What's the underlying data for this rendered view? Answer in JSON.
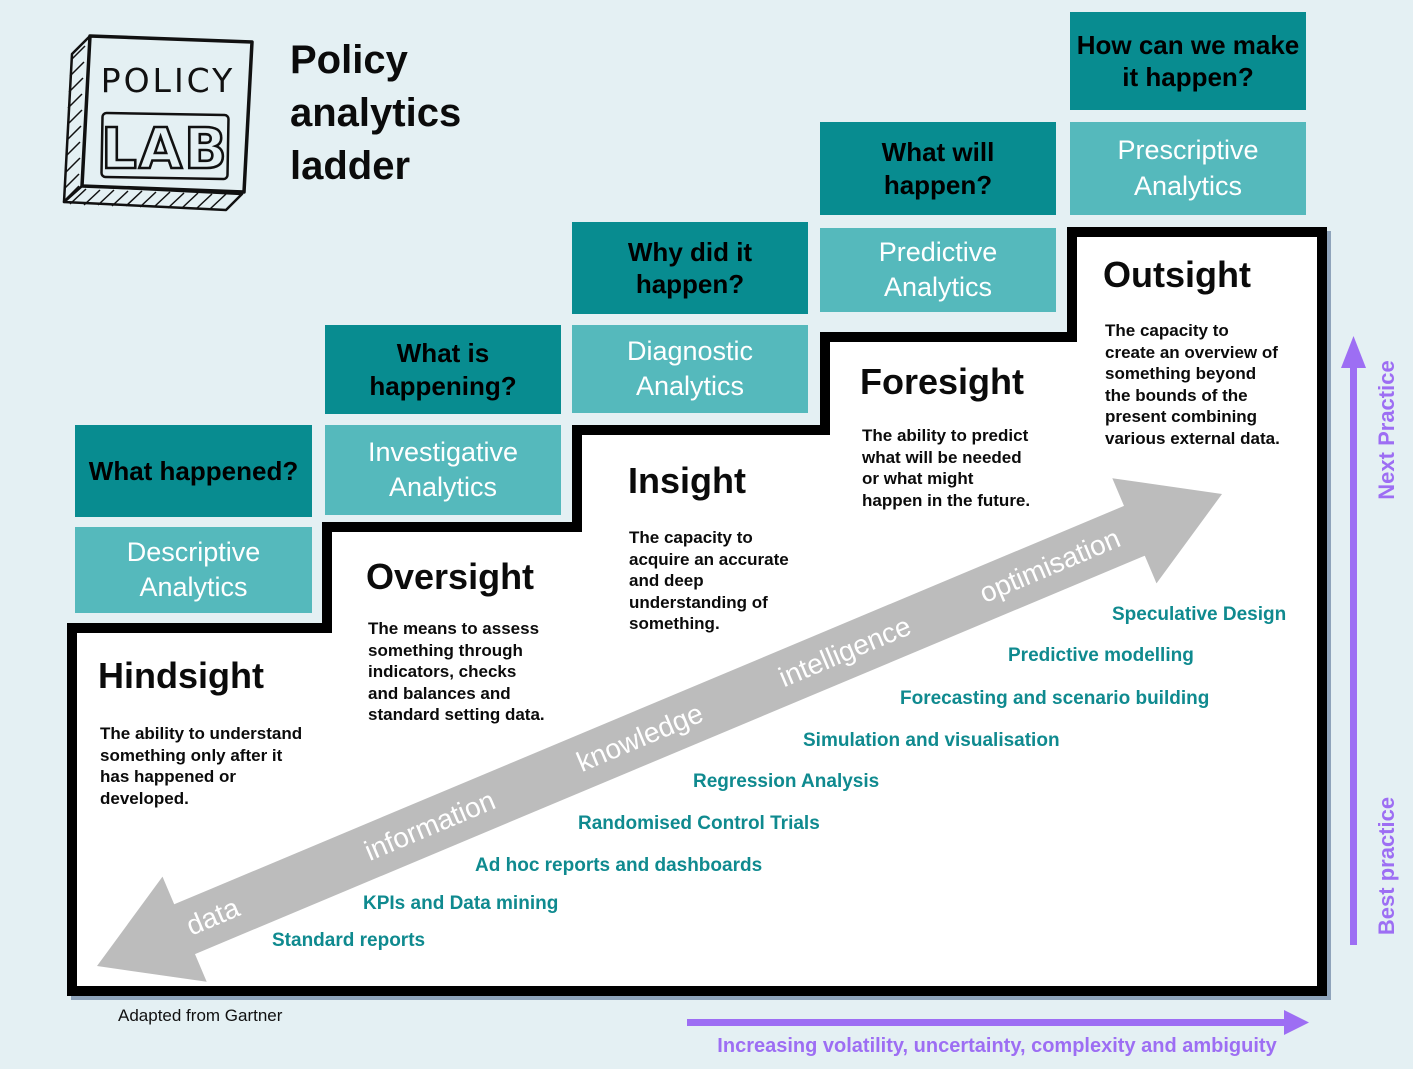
{
  "colors": {
    "background": "#e4f0f3",
    "dark_teal": "#088c90",
    "light_teal": "#55b9bc",
    "teal_text": "#0f8a8f",
    "purple": "#9d6ef3",
    "gray_arrow": "#bcbcbc",
    "staircase_fill": "#ffffff",
    "staircase_border": "#000000"
  },
  "logo": {
    "line1": "POLICY",
    "line2": "LAB"
  },
  "title": "Policy\nanalytics\nladder",
  "steps": [
    {
      "question": "What happened?",
      "analytics": "Descriptive\nAnalytics",
      "heading": "Hindsight",
      "description": "The ability to understand\nsomething only after it\nhas happened or\ndeveloped."
    },
    {
      "question": "What is\nhappening?",
      "analytics": "Investigative\nAnalytics",
      "heading": "Oversight",
      "description": "The means to assess\nsomething through\nindicators, checks\nand balances and\nstandard setting data."
    },
    {
      "question": "Why did it\nhappen?",
      "analytics": "Diagnostic\nAnalytics",
      "heading": "Insight",
      "description": "The capacity to\nacquire an accurate\nand deep\nunderstanding of\nsomething."
    },
    {
      "question": "What will\nhappen?",
      "analytics": "Predictive\nAnalytics",
      "heading": "Foresight",
      "description": "The ability to predict\nwhat will be needed\nor what might\nhappen in the future."
    },
    {
      "question": "How can we make\nit happen?",
      "analytics": "Prescriptive\nAnalytics",
      "heading": "Outsight",
      "description": "The capacity to\ncreate an overview of\nsomething beyond\nthe bounds of the\npresent combining\nvarious external data."
    }
  ],
  "arrow_words": [
    "data",
    "information",
    "knowledge",
    "intelligence",
    "optimisation"
  ],
  "methods": [
    "Standard reports",
    "KPIs and Data mining",
    "Ad hoc reports and dashboards",
    "Randomised Control Trials",
    "Regression Analysis",
    "Simulation and visualisation",
    "Forecasting and scenario building",
    "Predictive modelling",
    "Speculative Design"
  ],
  "axes": {
    "vertical_top": "Next Practice",
    "vertical_bottom": "Best practice",
    "horizontal": "Increasing volatility, uncertainty, complexity and ambiguity"
  },
  "attribution": "Adapted from Gartner"
}
